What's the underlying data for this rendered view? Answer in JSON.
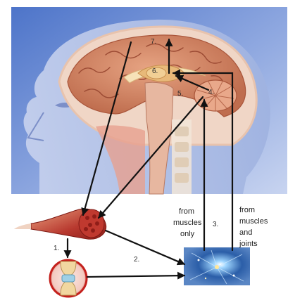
{
  "diagram": {
    "step_labels": {
      "step1": "1.",
      "step2": "2.",
      "step3": "3.",
      "step4": "4.",
      "step5": "5.",
      "step6": "6.",
      "step7": "7."
    },
    "source_labels": {
      "muscles_only": [
        "from",
        "muscles",
        "only"
      ],
      "muscles_and_joints": [
        "from",
        "muscles",
        "and",
        "joints"
      ]
    },
    "colors": {
      "background_blue": "#6f8fd6",
      "brain_pink": "#d98a6a",
      "muscle_red": "#b5322c",
      "joint_ring": "#c4201c",
      "arrow": "#111111"
    }
  }
}
